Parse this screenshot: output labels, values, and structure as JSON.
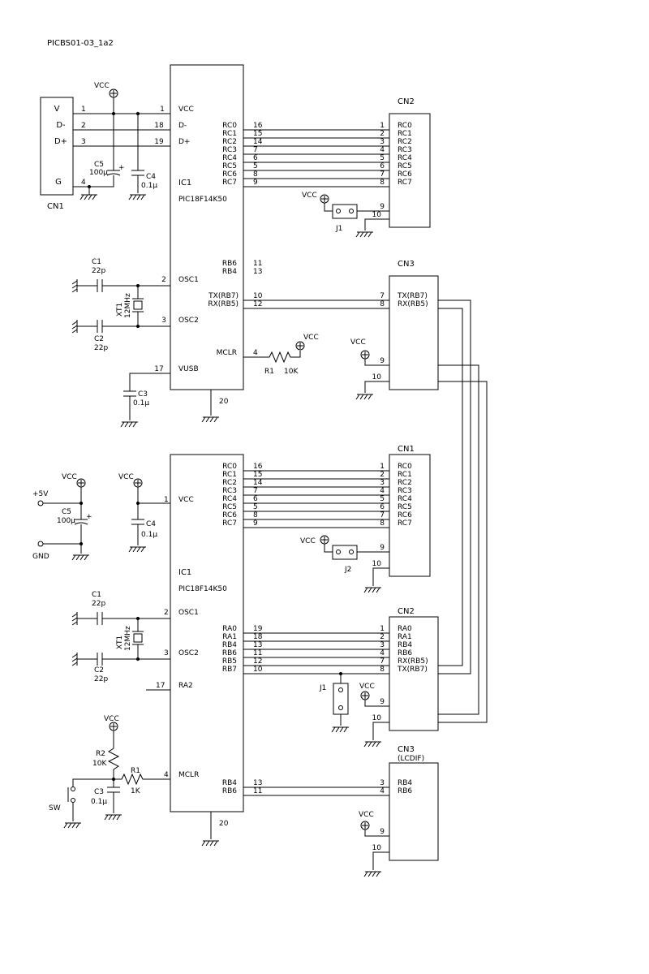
{
  "title": "PICBS01-03_1a2",
  "vcc": "VCC",
  "upper": {
    "ic": {
      "ref": "IC1",
      "part": "PIC18F14K50",
      "left_pins": [
        {
          "name": "VCC",
          "num": "1"
        },
        {
          "name": "D-",
          "num": "18"
        },
        {
          "name": "D+",
          "num": "19"
        },
        {
          "name": "OSC1",
          "num": "2"
        },
        {
          "name": "OSC2",
          "num": "3"
        },
        {
          "name": "VUSB",
          "num": "17"
        }
      ],
      "right_pins": [
        {
          "name": "RC0",
          "num": "16"
        },
        {
          "name": "RC1",
          "num": "15"
        },
        {
          "name": "RC2",
          "num": "14"
        },
        {
          "name": "RC3",
          "num": "7"
        },
        {
          "name": "RC4",
          "num": "6"
        },
        {
          "name": "RC5",
          "num": "5"
        },
        {
          "name": "RC6",
          "num": "8"
        },
        {
          "name": "RC7",
          "num": "9"
        },
        {
          "name": "RB6",
          "num": "11"
        },
        {
          "name": "RB4",
          "num": "13"
        },
        {
          "name": "TX(RB7)",
          "num": "10"
        },
        {
          "name": "RX(RB5)",
          "num": "12"
        },
        {
          "name": "MCLR",
          "num": "4"
        }
      ],
      "gnd_pin": "20"
    },
    "cn1": {
      "ref": "CN1",
      "pins": [
        {
          "label": "V",
          "num": "1"
        },
        {
          "label": "D-",
          "num": "2"
        },
        {
          "label": "D+",
          "num": "3"
        },
        {
          "label": "G",
          "num": "4"
        }
      ]
    },
    "cn2": {
      "ref": "CN2",
      "pins": [
        {
          "label": "RC0",
          "num": "1"
        },
        {
          "label": "RC1",
          "num": "2"
        },
        {
          "label": "RC2",
          "num": "3"
        },
        {
          "label": "RC3",
          "num": "4"
        },
        {
          "label": "RC4",
          "num": "5"
        },
        {
          "label": "RC5",
          "num": "6"
        },
        {
          "label": "RC6",
          "num": "7"
        },
        {
          "label": "RC7",
          "num": "8"
        }
      ],
      "extra_pins": [
        "9",
        "10"
      ]
    },
    "cn3": {
      "ref": "CN3",
      "pins": [
        {
          "label": "TX(RB7)",
          "num": "7"
        },
        {
          "label": "RX(RB5)",
          "num": "8"
        }
      ],
      "extra_pins": [
        "9",
        "10"
      ]
    },
    "parts": {
      "c5": {
        "ref": "C5",
        "value": "100μ"
      },
      "c4": {
        "ref": "C4",
        "value": "0.1μ"
      },
      "c1": {
        "ref": "C1",
        "value": "22p"
      },
      "c2": {
        "ref": "C2",
        "value": "22p"
      },
      "c3": {
        "ref": "C3",
        "value": "0.1μ"
      },
      "xt1": {
        "ref": "XT1",
        "value": "12MHz"
      },
      "r1": {
        "ref": "R1",
        "value": "10K"
      },
      "j1": {
        "ref": "J1"
      }
    }
  },
  "lower": {
    "ic": {
      "ref": "IC1",
      "part": "PIC18F14K50",
      "left_pins": [
        {
          "name": "VCC",
          "num": "1"
        },
        {
          "name": "OSC1",
          "num": "2"
        },
        {
          "name": "OSC2",
          "num": "3"
        },
        {
          "name": "RA2",
          "num": "17"
        },
        {
          "name": "MCLR",
          "num": "4"
        }
      ],
      "right_pins": [
        {
          "name": "RC0",
          "num": "16"
        },
        {
          "name": "RC1",
          "num": "15"
        },
        {
          "name": "RC2",
          "num": "14"
        },
        {
          "name": "RC3",
          "num": "7"
        },
        {
          "name": "RC4",
          "num": "6"
        },
        {
          "name": "RC5",
          "num": "5"
        },
        {
          "name": "RC6",
          "num": "8"
        },
        {
          "name": "RC7",
          "num": "9"
        },
        {
          "name": "RA0",
          "num": "19"
        },
        {
          "name": "RA1",
          "num": "18"
        },
        {
          "name": "RB4",
          "num": "13"
        },
        {
          "name": "RB6",
          "num": "11"
        },
        {
          "name": "RB5",
          "num": "12"
        },
        {
          "name": "RB7",
          "num": "10"
        },
        {
          "name": "RB4",
          "num": "13"
        },
        {
          "name": "RB6",
          "num": "11"
        }
      ],
      "gnd_pin": "20"
    },
    "power": {
      "plus5v": "+5V",
      "gnd": "GND"
    },
    "cn1": {
      "ref": "CN1",
      "pins": [
        {
          "label": "RC0",
          "num": "1"
        },
        {
          "label": "RC1",
          "num": "2"
        },
        {
          "label": "RC2",
          "num": "3"
        },
        {
          "label": "RC3",
          "num": "4"
        },
        {
          "label": "RC4",
          "num": "5"
        },
        {
          "label": "RC5",
          "num": "6"
        },
        {
          "label": "RC6",
          "num": "7"
        },
        {
          "label": "RC7",
          "num": "8"
        }
      ],
      "extra_pins": [
        "9",
        "10"
      ]
    },
    "cn2": {
      "ref": "CN2",
      "pins": [
        {
          "label": "RA0",
          "num": "1"
        },
        {
          "label": "RA1",
          "num": "2"
        },
        {
          "label": "RB4",
          "num": "3"
        },
        {
          "label": "RB6",
          "num": "4"
        },
        {
          "label": "RX(RB5)",
          "num": "7"
        },
        {
          "label": "TX(RB7)",
          "num": "8"
        }
      ],
      "extra_pins": [
        "9",
        "10"
      ]
    },
    "cn3": {
      "ref": "CN3",
      "subtitle": "(LCDIF)",
      "pins": [
        {
          "label": "RB4",
          "num": "3"
        },
        {
          "label": "RB6",
          "num": "4"
        }
      ],
      "extra_pins": [
        "9",
        "10"
      ]
    },
    "parts": {
      "c5": {
        "ref": "C5",
        "value": "100μ"
      },
      "c4": {
        "ref": "C4",
        "value": "0.1μ"
      },
      "c1": {
        "ref": "C1",
        "value": "22p"
      },
      "c2": {
        "ref": "C2",
        "value": "22p"
      },
      "c3": {
        "ref": "C3",
        "value": "0.1μ"
      },
      "xt1": {
        "ref": "XT1",
        "value": "12MHz"
      },
      "r1": {
        "ref": "R1",
        "value": "1K"
      },
      "r2": {
        "ref": "R2",
        "value": "10K"
      },
      "j1": {
        "ref": "J1"
      },
      "j2": {
        "ref": "J2"
      },
      "sw": {
        "ref": "SW"
      }
    }
  }
}
